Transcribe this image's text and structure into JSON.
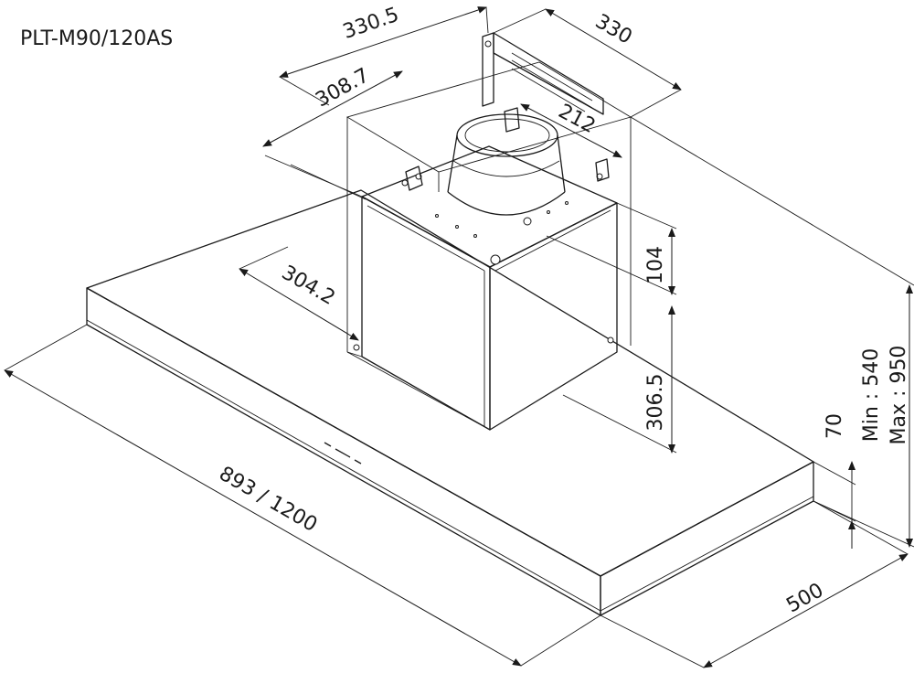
{
  "model": "PLT-M90/120AS",
  "dimensions": {
    "d330_5": "330.5",
    "d330": "330",
    "d308_7": "308.7",
    "d212": "212",
    "d104": "104",
    "d304_2": "304.2",
    "d306_5": "306.5",
    "d70": "70",
    "min": "Min : 540",
    "max": "Max : 950",
    "width": "893 / 1200",
    "depth": "500"
  }
}
